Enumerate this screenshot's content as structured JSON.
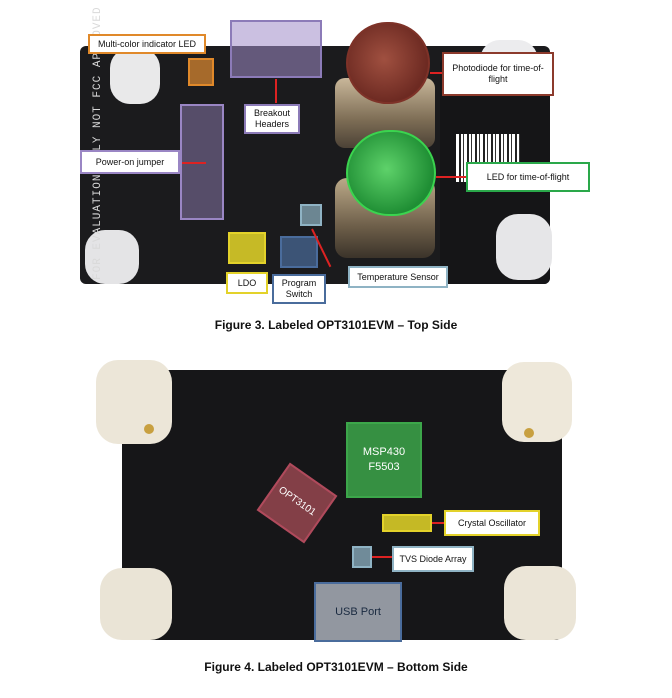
{
  "figure3": {
    "caption": "Figure 3. Labeled OPT3101EVM – Top Side",
    "callouts": {
      "led": "Multi-color indicator LED",
      "headers": "Breakout Headers",
      "jumper": "Power-on jumper",
      "photodiode": "Photodiode for time-of-flight",
      "led_tof": "LED for time-of-flight",
      "temp": "Temperature Sensor",
      "switch": "Program Switch",
      "ldo": "LDO"
    },
    "silkscreen": {
      "side_text": "FOR EVALUATION ONLY NOT FCC APPROVED FOR RESALE"
    },
    "colors": {
      "led": "#e0892a",
      "headers": "#8c7bb8",
      "jumper": "#9a86c4",
      "photodiode": "#8c3a2c",
      "led_tof": "#2aa84a",
      "temp": "#8fb3c4",
      "switch": "#4a6c9c",
      "ldo": "#e3d22a"
    }
  },
  "figure4": {
    "caption": "Figure 4. Labeled OPT3101EVM – Bottom Side",
    "chips": {
      "msp430_line1": "MSP430",
      "msp430_line2": "F5503",
      "opt3101": "OPT3101"
    },
    "callouts": {
      "crystal": "Crystal Oscillator",
      "tvs": "TVS Diode Array",
      "usb": "USB Port"
    },
    "colors": {
      "msp430": "#3ca64a",
      "opt3101": "#b04a5c",
      "crystal": "#e3d22a",
      "tvs": "#8fb3c4",
      "usb": "#4a6c9c"
    }
  }
}
